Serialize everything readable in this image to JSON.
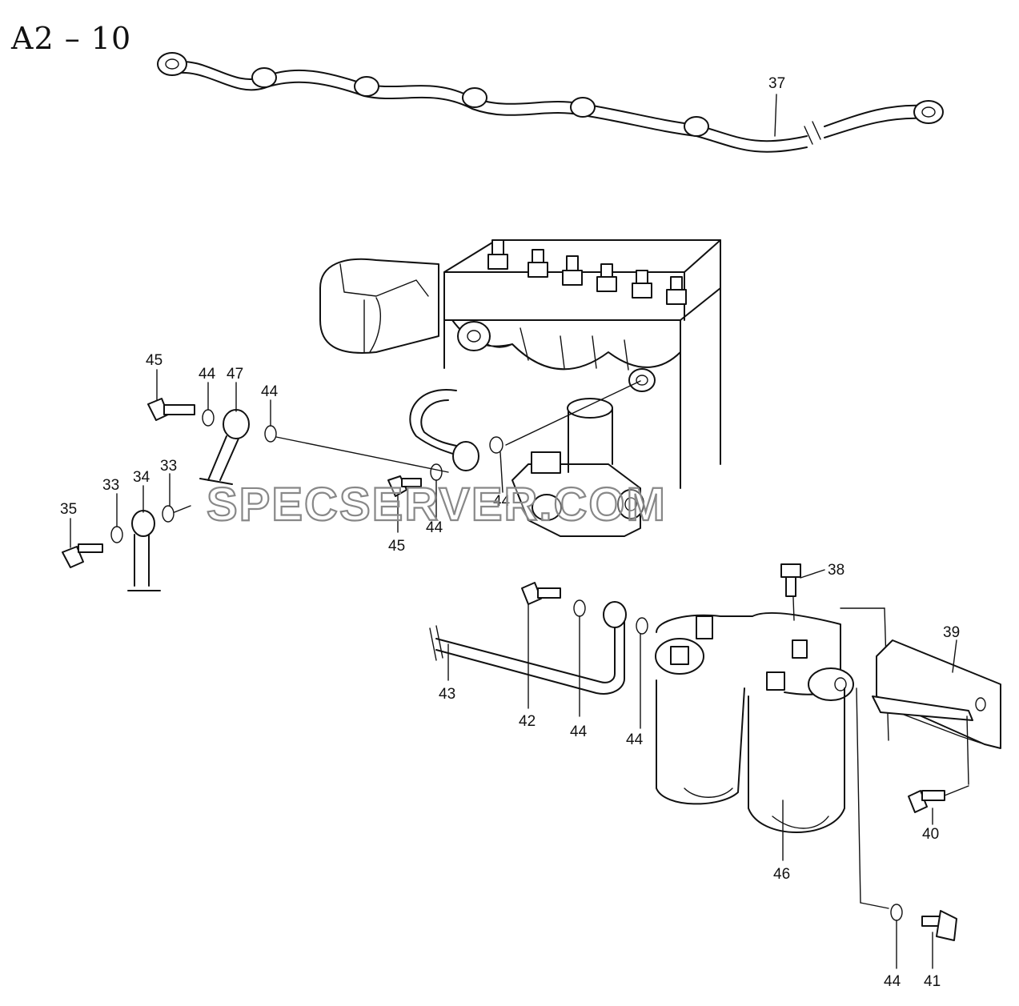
{
  "page_title": "A2 – 10",
  "watermark": "SPECSERVER.COM",
  "callouts": {
    "c37": "37",
    "c45a": "45",
    "c44a": "44",
    "c47": "47",
    "c44b": "44",
    "c33a": "33",
    "c34": "34",
    "c33b": "33",
    "c35": "35",
    "c44c": "44",
    "c44d": "44",
    "c45b": "45",
    "c38": "38",
    "c39": "39",
    "c42": "42",
    "c43": "43",
    "c44e": "44",
    "c44f": "44",
    "c40": "40",
    "c46": "46",
    "c44g": "44",
    "c41": "41"
  }
}
